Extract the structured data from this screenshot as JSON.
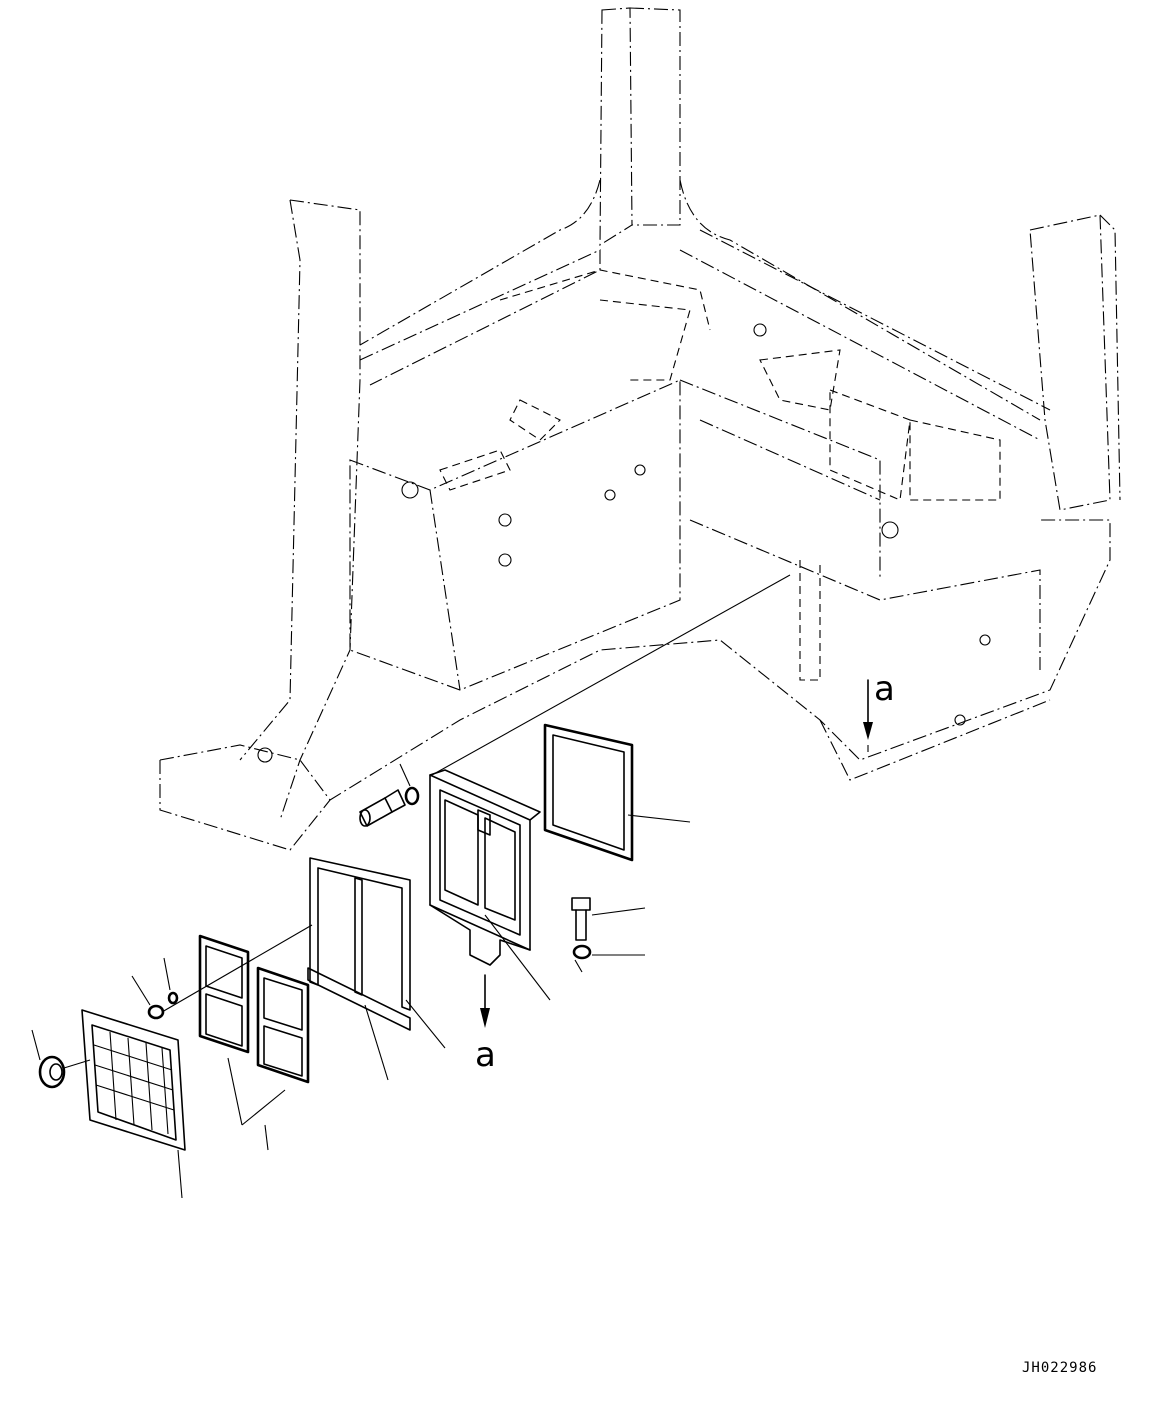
{
  "diagram": {
    "view_labels": {
      "upper": "a",
      "lower": "a"
    },
    "drawing_code": "JH022986"
  }
}
